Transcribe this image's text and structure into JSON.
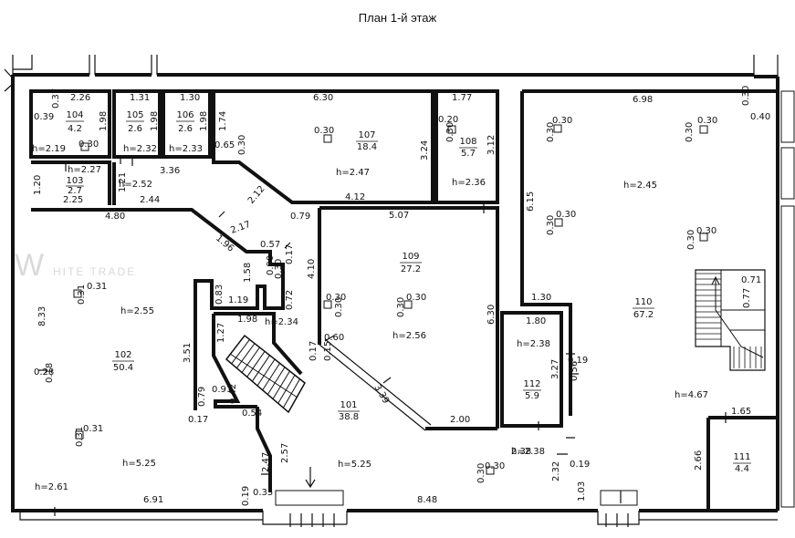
{
  "title": "План 1-й этаж",
  "watermark": {
    "big": "W",
    "small": "HITE TRADE"
  },
  "rooms": [
    {
      "id": "r104",
      "num": "104",
      "area": "4.2"
    },
    {
      "id": "r105",
      "num": "105",
      "area": "2.6"
    },
    {
      "id": "r106",
      "num": "106",
      "area": "2.6"
    },
    {
      "id": "r107",
      "num": "107",
      "area": "18.4"
    },
    {
      "id": "r108",
      "num": "108",
      "area": "5.7"
    },
    {
      "id": "r103",
      "num": "103",
      "area": "2.7"
    },
    {
      "id": "r109",
      "num": "109",
      "area": "27.2"
    },
    {
      "id": "r110",
      "num": "110",
      "area": "67.2"
    },
    {
      "id": "r102",
      "num": "102",
      "area": "50.4"
    },
    {
      "id": "r112",
      "num": "112",
      "area": "5.9"
    },
    {
      "id": "r101",
      "num": "101",
      "area": "38.8"
    },
    {
      "id": "r111",
      "num": "111",
      "area": "4.4"
    }
  ],
  "heights": [
    "h=2.19",
    "h=2.32",
    "h=2.33",
    "h=2.47",
    "h=2.36",
    "h=2.27",
    "h=2.52",
    "h=2.45",
    "h=2.55",
    "h=2.34",
    "h=2.56",
    "h=2.38",
    "h=4.67",
    "h=5.25",
    "h=5.25",
    "h=2.38",
    "h=2.61"
  ],
  "dims": [
    "2.26",
    "0.37",
    "0.39",
    "1.98",
    "0.30",
    "1.31",
    "1.98",
    "1.30",
    "1.98",
    "6.30",
    "1.74",
    "0.65",
    "0.30",
    "0.30",
    "3.24",
    "1.77",
    "0.20",
    "0.30",
    "3.12",
    "6.98",
    "0.30",
    "0.40",
    "1.20",
    "2.25",
    "1.21",
    "3.36",
    "2.44",
    "2.12",
    "4.12",
    "0.30",
    "0.30",
    "0.30",
    "0.30",
    "6.15",
    "0.30",
    "0.30",
    "0.30",
    "0.30",
    "4.80",
    "0.79",
    "5.07",
    "2.17",
    "1.96",
    "0.57",
    "0.17",
    "4.10",
    "0.90",
    "0.30",
    "0.71",
    "0.77",
    "1.58",
    "0.83",
    "1.19",
    "0.72",
    "0.31",
    "0.31",
    "8.33",
    "1.30",
    "1.98",
    "0.30",
    "0.30",
    "0.30",
    "0.30",
    "6.30",
    "1.80",
    "1.27",
    "0.60",
    "3.51",
    "0.17",
    "0.15",
    "0.28",
    "0.18",
    "3.27",
    "0.19",
    "0.56",
    "0.91",
    "0.79",
    "0.42",
    "3.39",
    "0.17",
    "0.54",
    "2.00",
    "1.65",
    "0.31",
    "0.31",
    "2.47",
    "2.57",
    "2.38",
    "2.66",
    "0.30",
    "0.30",
    "0.19",
    "2.32",
    "0.19",
    "0.35",
    "6.91",
    "8.48",
    "1.03"
  ]
}
